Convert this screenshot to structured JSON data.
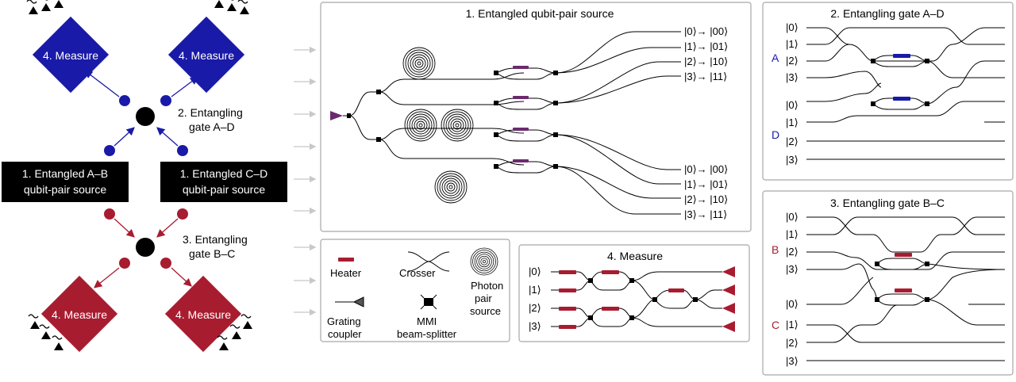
{
  "colors": {
    "blue": "#1a1aa8",
    "red": "#a81c30",
    "purple": "#6b2a6e",
    "black": "#000000",
    "panel_border": "#a6a6a6",
    "arrow_gray": "#c8c8c8"
  },
  "overview": {
    "measure_label": "4. Measure",
    "gate_ad_label": [
      "2. Entangling",
      "gate A–D"
    ],
    "gate_bc_label": [
      "3. Entangling",
      "gate B–C"
    ],
    "source_ab_label": [
      "1. Entangled A–B",
      "qubit-pair source"
    ],
    "source_cd_label": [
      "1. Entangled C–D",
      "qubit-pair source"
    ]
  },
  "source_panel": {
    "title": "1. Entangled qubit-pair source",
    "top_mappings": [
      "|0⟩→ |00⟩",
      "|1⟩→ |01⟩",
      "|2⟩→ |10⟩",
      "|3⟩→ |11⟩"
    ],
    "bottom_mappings": [
      "|0⟩→ |00⟩",
      "|1⟩→ |01⟩",
      "|2⟩→ |10⟩",
      "|3⟩→ |11⟩"
    ]
  },
  "legend": {
    "heater": "Heater",
    "crosser": "Crosser",
    "photon_source": [
      "Photon",
      "pair",
      "source"
    ],
    "grating_coupler": [
      "Grating",
      "coupler"
    ],
    "mmi": [
      "MMI",
      "beam-splitter"
    ]
  },
  "measure_panel": {
    "title": "4. Measure",
    "states": [
      "|0⟩",
      "|1⟩",
      "|2⟩",
      "|3⟩"
    ]
  },
  "gate_ad_panel": {
    "title": "2. Entangling gate A–D",
    "group_a": "A",
    "group_d": "D",
    "states_a": [
      "|0⟩",
      "|1⟩",
      "|2⟩",
      "|3⟩"
    ],
    "states_d": [
      "|0⟩",
      "|1⟩",
      "|2⟩",
      "|3⟩"
    ]
  },
  "gate_bc_panel": {
    "title": "3. Entangling gate B–C",
    "group_b": "B",
    "group_c": "C",
    "states_b": [
      "|0⟩",
      "|1⟩",
      "|2⟩",
      "|3⟩"
    ],
    "states_c": [
      "|0⟩",
      "|1⟩",
      "|2⟩",
      "|3⟩"
    ]
  }
}
